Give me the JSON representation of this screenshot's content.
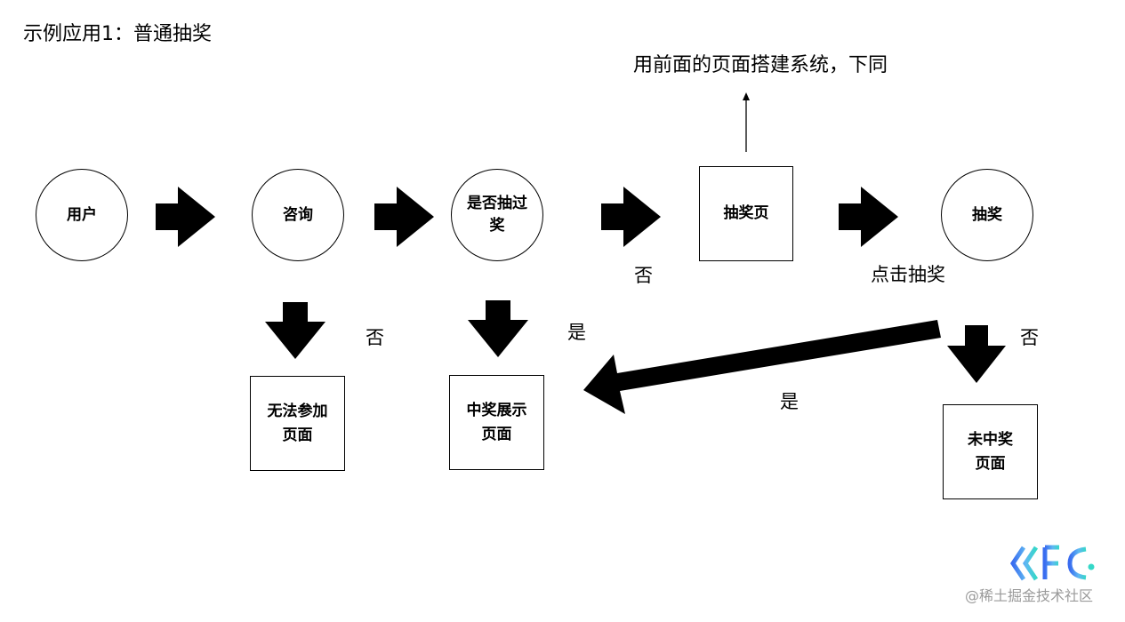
{
  "title": "示例应用1：普通抽奖",
  "note": "用前面的页面搭建系统，下同",
  "nodes": {
    "user": "用户",
    "consult": "咨询",
    "drawn_check_line1": "是否抽过",
    "drawn_check_line2": "奖",
    "lottery_page": "抽奖页",
    "draw": "抽奖",
    "cannot_join_line1": "无法参加",
    "cannot_join_line2": "页面",
    "winner_line1": "中奖展示",
    "winner_line2": "页面",
    "no_win_line1": "未中奖",
    "no_win_line2": "页面"
  },
  "edge_labels": {
    "consult_no": "否",
    "drawn_yes": "是",
    "drawn_no": "否",
    "click_draw": "点击抽奖",
    "draw_no": "否",
    "draw_yes": "是"
  },
  "watermark": "@稀土掘金技术社区",
  "logo_icon": "juejin-logo-icon"
}
